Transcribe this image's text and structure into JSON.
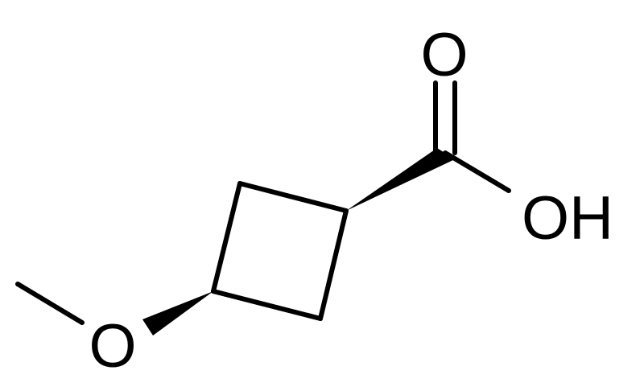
{
  "molecule": {
    "atoms": {
      "carbonyl_oxygen": "O",
      "hydroxyl": "OH",
      "ether_oxygen": "O"
    }
  },
  "colors": {
    "bond": "#000000",
    "background": "#ffffff"
  }
}
